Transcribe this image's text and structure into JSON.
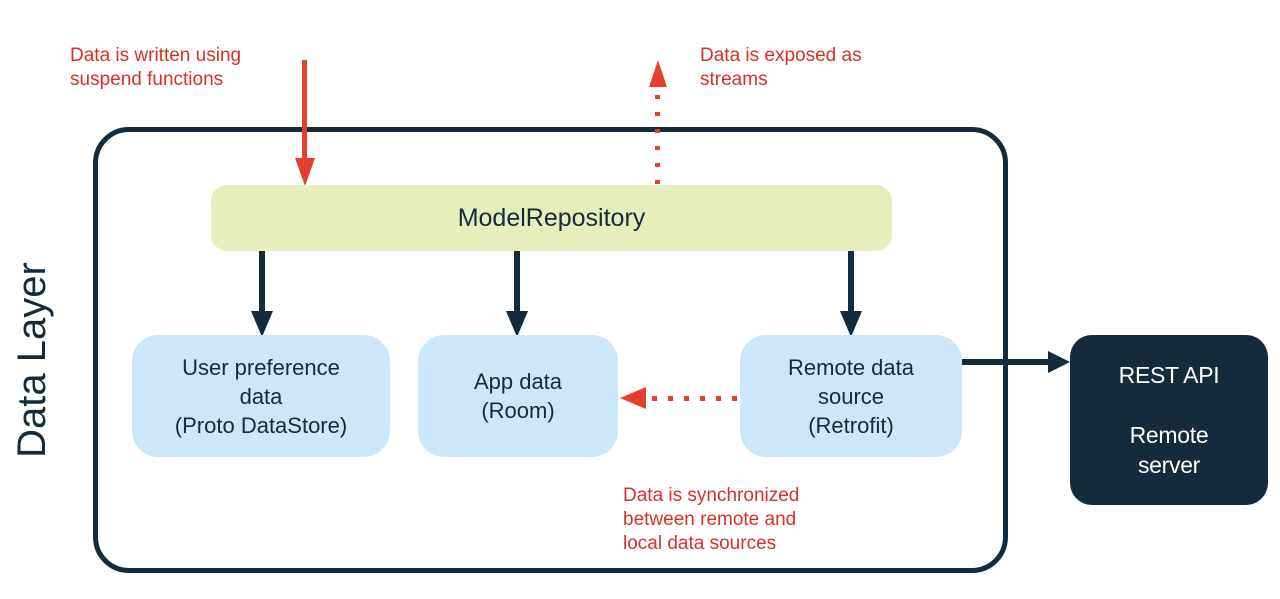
{
  "colors": {
    "navy": "#142B3C",
    "green_fill": "#E7EEBC",
    "blue_fill": "#CBE7F9",
    "red_text": "#D93025",
    "red_arrow": "#E5402D",
    "white": "#FFFFFF"
  },
  "diagram": {
    "layer_label": "Data Layer",
    "nodes": {
      "repository": {
        "label": "ModelRepository"
      },
      "user_pref": {
        "label": "User preference\ndata\n(Proto DataStore)"
      },
      "app_data": {
        "label": "App data\n(Room)"
      },
      "remote_source": {
        "label": "Remote data\nsource\n(Retrofit)"
      },
      "rest_api": {
        "label": "REST API\n\nRemote\nserver"
      }
    },
    "annotations": {
      "suspend": "Data is written using\nsuspend functions",
      "streams": "Data is exposed as\nstreams",
      "sync": "Data is synchronized\nbetween remote and\nlocal data sources"
    }
  }
}
